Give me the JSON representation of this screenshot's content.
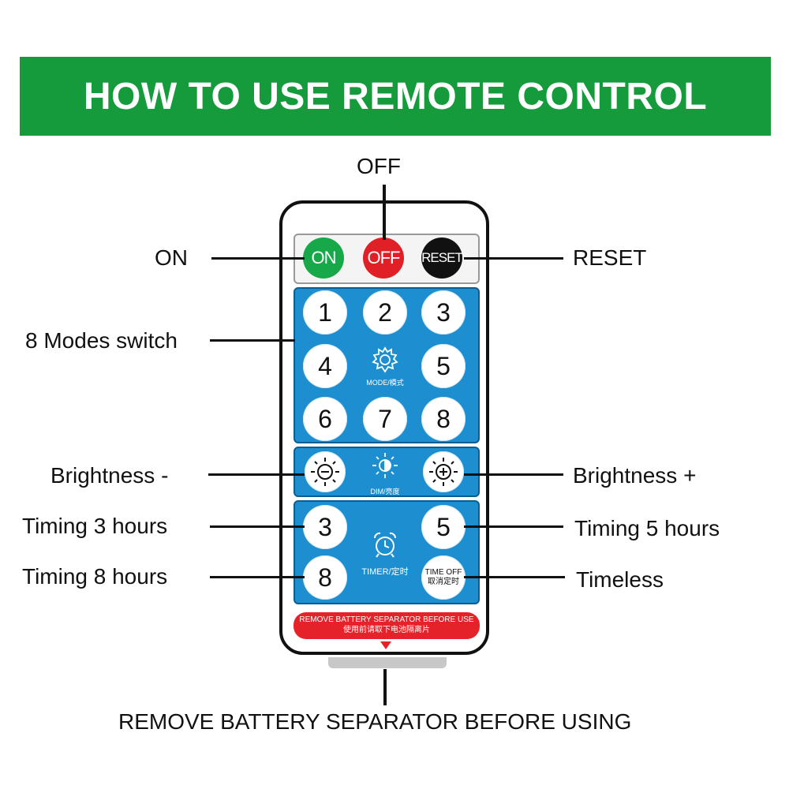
{
  "title": "HOW TO USE REMOTE CONTROL",
  "labels": {
    "off": "OFF",
    "on": "ON",
    "reset": "RESET",
    "modes": "8 Modes switch",
    "brightness_minus": "Brightness -",
    "brightness_plus": "Brightness +",
    "timing3": "Timing 3 hours",
    "timing5": "Timing 5 hours",
    "timing8": "Timing 8 hours",
    "timeless": "Timeless",
    "separator": "REMOVE BATTERY SEPARATOR BEFORE USING"
  },
  "remote": {
    "power": {
      "on": "ON",
      "off": "OFF",
      "reset": "RESET"
    },
    "modes": [
      "1",
      "2",
      "3",
      "4",
      "5",
      "6",
      "7",
      "8"
    ],
    "mode_caption": "MODE/模式",
    "dim_caption": "DIM/亮度",
    "timer": {
      "t3": "3",
      "t5": "5",
      "t8": "8",
      "off_line1": "TIME OFF",
      "off_line2": "取消定时",
      "caption": "TIMER/定时"
    },
    "separator_en": "REMOVE BATTERY SEPARATOR BEFORE USE",
    "separator_cn": "使用前请取下电池隔离片"
  },
  "colors": {
    "banner": "#159b3c",
    "panel": "#1d8fd0",
    "on": "#17a84a",
    "off": "#e01f26",
    "reset": "#111111",
    "separator": "#e5222a"
  }
}
